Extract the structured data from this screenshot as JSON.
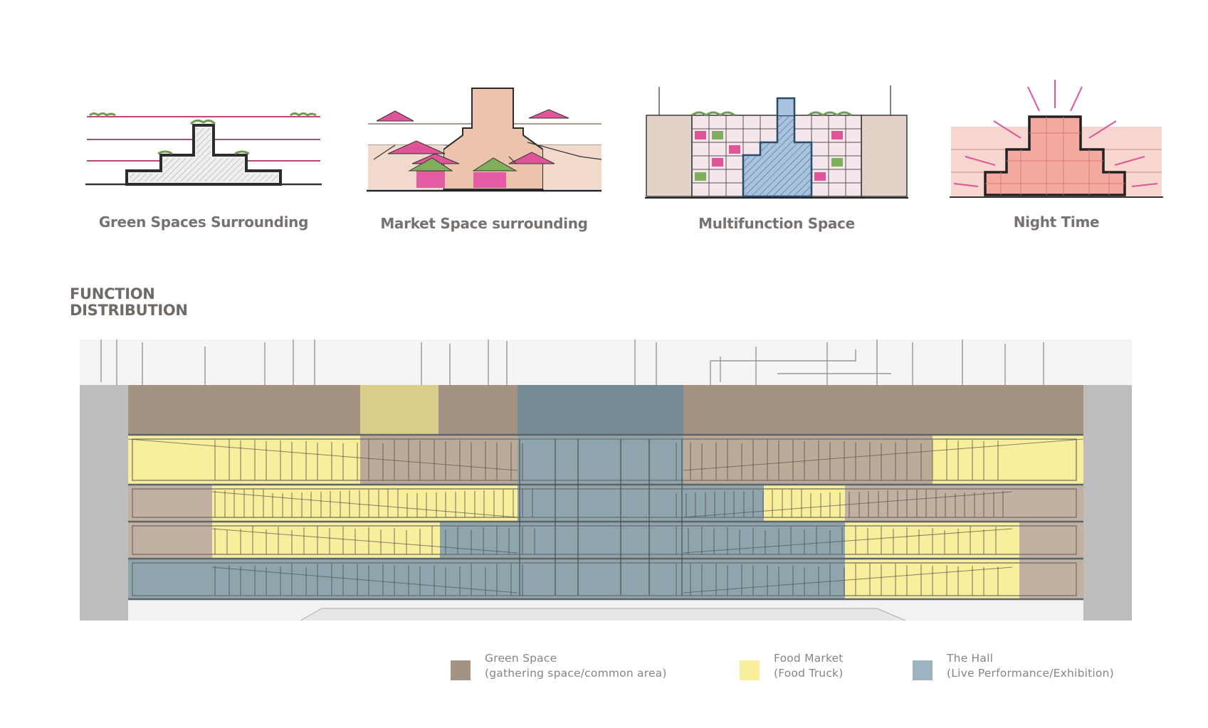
{
  "sketches": [
    {
      "caption": "Green Spaces Surrounding",
      "icon": "green-space-sketch"
    },
    {
      "caption": "Market Space surrounding",
      "icon": "market-space-sketch"
    },
    {
      "caption": "Multifunction Space",
      "icon": "multifunction-space-sketch"
    },
    {
      "caption": "Night Time",
      "icon": "night-time-sketch"
    }
  ],
  "heading": {
    "line1": "FUNCTION",
    "line2": "DISTRIBUTION"
  },
  "legend": [
    {
      "title": "Green Space",
      "subtitle": "(gathering space/common area)",
      "color": "#a49282"
    },
    {
      "title": "Food Market",
      "subtitle": "(Food Truck)",
      "color": "#f8ee9c"
    },
    {
      "title": "The Hall",
      "subtitle": "(Live Performance/Exhibition)",
      "color": "#9db3be"
    }
  ],
  "colors": {
    "green_space": "#a49282",
    "food_market": "#f8ee9c",
    "the_hall": "#7f98a3",
    "concrete": "#bdbdbd",
    "sketch_pink": "#e0559a",
    "sketch_green": "#7fae5c",
    "sketch_blue": "#7fa3c8",
    "sketch_peach": "#ecc4ad"
  }
}
